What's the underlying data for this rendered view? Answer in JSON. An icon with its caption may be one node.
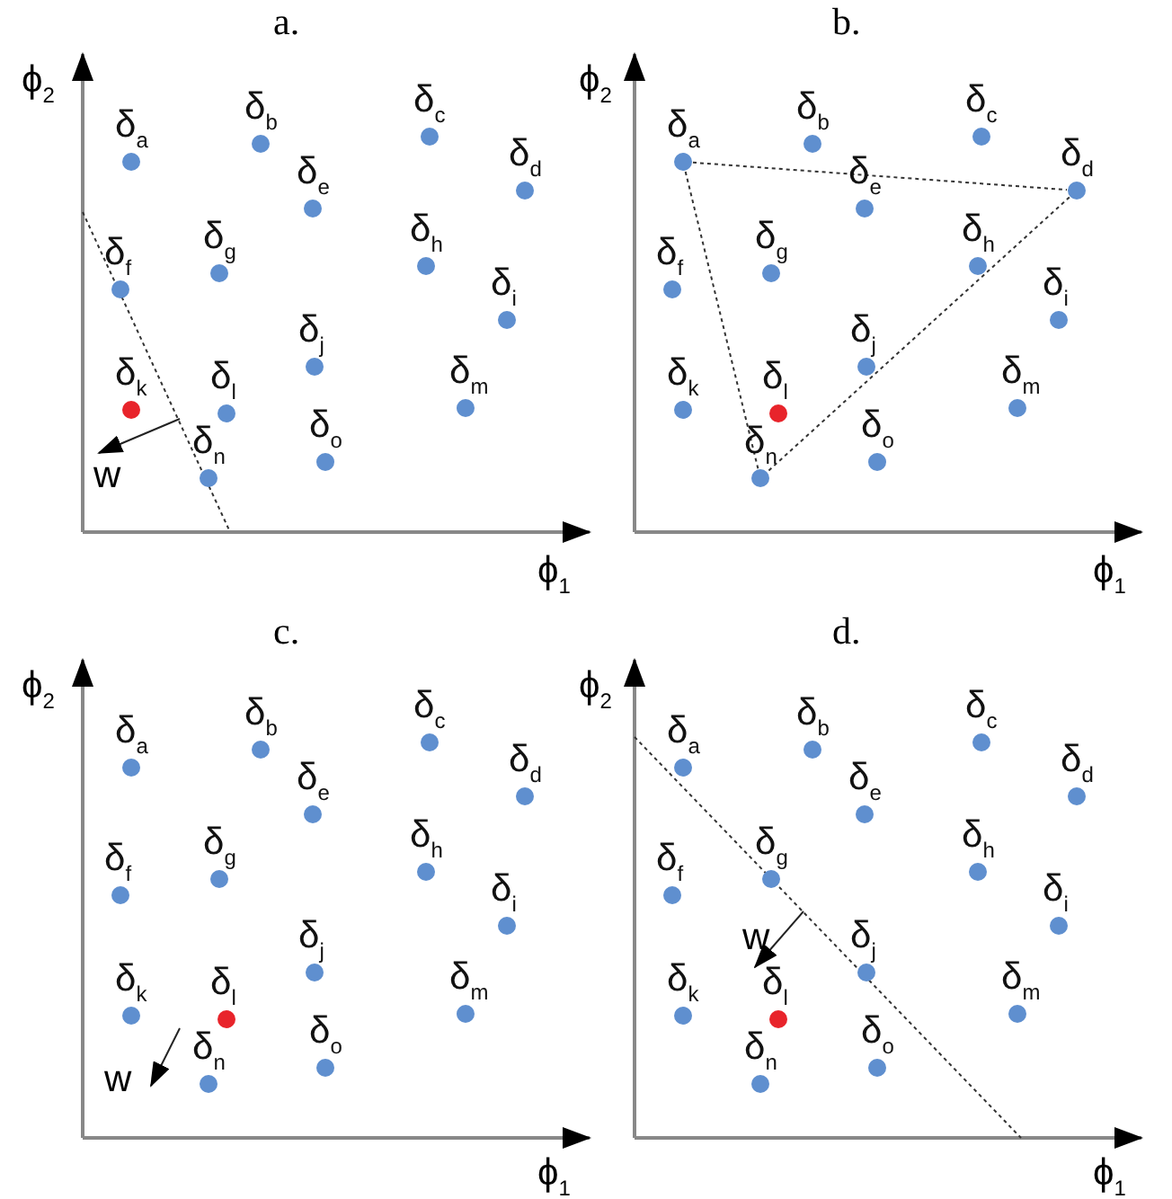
{
  "diagram": {
    "nodes": [
      {
        "text": [
          "δ$_{a}$"
        ]
      },
      {
        "text": [
          "δ$_{b}$"
        ]
      },
      {
        "text": [
          "δ$_{c}$"
        ]
      },
      {
        "text": [
          "δ$_{d}$"
        ]
      },
      {
        "text": [
          "δ$_{e}$"
        ]
      },
      {
        "text": [
          "δ$_{f}$"
        ]
      },
      {
        "text": [
          "δ$_{g}$"
        ]
      },
      {
        "text": [
          "δ$_{h}$"
        ]
      },
      {
        "text": [
          "δ$_{i}$"
        ]
      },
      {
        "text": [
          "δ$_{j}$"
        ]
      },
      {
        "text": [
          "δ$_{k}$"
        ]
      },
      {
        "text": [
          "δ$_{l}$"
        ]
      },
      {
        "text": [
          "δ$_{m}$"
        ]
      },
      {
        "text": [
          "δ$_{n}$"
        ]
      },
      {
        "text": [
          "δ$_{o}$"
        ]
      },
      {
        "text": [
          "δ$_{a}$"
        ]
      },
      {
        "text": [
          "δ$_{b}$"
        ]
      },
      {
        "text": [
          "δ$_{c}$"
        ]
      },
      {
        "text": [
          "δ$_{d}$"
        ]
      },
      {
        "text": [
          "δ$_{e}$"
        ]
      },
      {
        "text": [
          "δ$_{f}$"
        ]
      },
      {
        "text": [
          "δ$_{g}$"
        ]
      },
      {
        "text": [
          "δ$_{h}$"
        ]
      },
      {
        "text": [
          "δ$_{i}$"
        ]
      },
      {
        "text": [
          "δ$_{j}$"
        ]
      },
      {
        "text": [
          "δ$_{k}$"
        ]
      },
      {
        "text": [
          "δ$_{l}$"
        ]
      },
      {
        "text": [
          "δ$_{m}$"
        ]
      },
      {
        "text": [
          "δ$_{n}$"
        ]
      },
      {
        "text": [
          "δ$_{o}$"
        ]
      },
      {
        "text": [
          "δ$_{a}$"
        ]
      },
      {
        "text": [
          "δ$_{b}$"
        ]
      },
      {
        "text": [
          "δ$_{c}$"
        ]
      },
      {
        "text": [
          "δ$_{d}$"
        ]
      },
      {
        "text": [
          "δ$_{e}$"
        ]
      },
      {
        "text": [
          "δ$_{f}$"
        ]
      },
      {
        "text": [
          "δ$_{g}$"
        ]
      },
      {
        "text": [
          "δ$_{h}$"
        ]
      },
      {
        "text": [
          "δ$_{i}$"
        ]
      },
      {
        "text": [
          "δ$_{j}$"
        ]
      },
      {
        "text": [
          "δ$_{k}$"
        ]
      },
      {
        "text": [
          "δ$_{l}$"
        ]
      },
      {
        "text": [
          "δ$_{m}$"
        ]
      },
      {
        "text": [
          "δ$_{n}$"
        ]
      },
      {
        "text": [
          "δ$_{o}$"
        ]
      },
      {
        "text": [
          "δ$_{a}$"
        ]
      },
      {
        "text": [
          "δ$_{b}$"
        ]
      },
      {
        "text": [
          "δ$_{c}$"
        ]
      },
      {
        "text": [
          "δ$_{d}$"
        ]
      },
      {
        "text": [
          "δ$_{e}$"
        ]
      },
      {
        "text": [
          "δ$_{f}$"
        ]
      },
      {
        "text": [
          "δ$_{g}$"
        ]
      },
      {
        "text": [
          "δ$_{h}$"
        ]
      },
      {
        "text": [
          "δ$_{i}$"
        ]
      },
      {
        "text": [
          "δ$_{j}$"
        ]
      },
      {
        "text": [
          "δ$_{k}$"
        ]
      },
      {
        "text": [
          "δ$_{l}$"
        ]
      },
      {
        "text": [
          "δ$_{m}$"
        ]
      },
      {
        "text": [
          "δ$_{n}$"
        ]
      },
      {
        "text": [
          "δ$_{o}$"
        ]
      }
    ],
    "edges": [
      {
        "from": 15,
        "to": 18,
        "arrow": "none",
        "style": "dashed"
      },
      {
        "from": 18,
        "to": 28,
        "arrow": "none",
        "style": "dashed"
      },
      {
        "from": 28,
        "to": 15,
        "arrow": "none",
        "style": "dashed"
      }
    ],
    "labels": [
      "a.",
      "b.",
      "ϕ$_{2}$",
      "w",
      "ϕ$_{1}$",
      "ϕ$_{2}$",
      "ϕ$_{1}$",
      "c.",
      "d.",
      "ϕ$_{2}$",
      "w",
      "ϕ$_{1}$",
      "ϕ$_{2}$",
      "w",
      "ϕ$_{1}$"
    ]
  }
}
